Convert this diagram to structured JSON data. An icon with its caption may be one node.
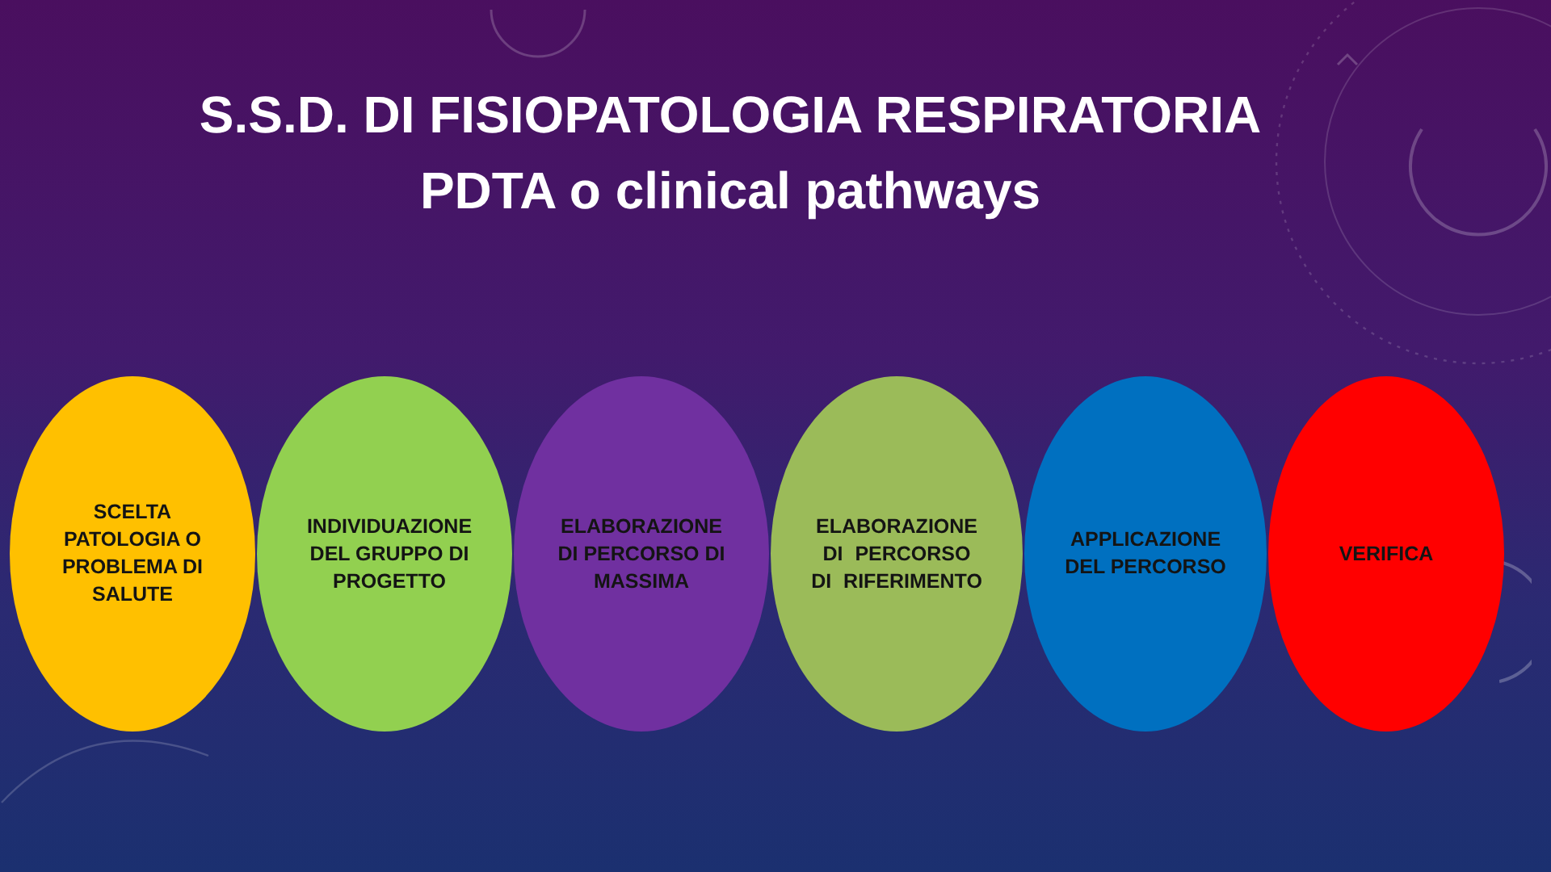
{
  "diagram": {
    "title": "S.S.D. DI FISIOPATOLOGIA RESPIRATORIA PDTA o clinical pathways",
    "nodes": [
      {
        "text": [
          "SCELTA PATOLOGIA O PROBLEMA DI SALUTE"
        ]
      },
      {
        "text": [
          "INDIVIDUAZIONE DEL GRUPPO DI PROGETTO"
        ]
      },
      {
        "text": [
          "ELABORAZIONE DI PERCORSO DI MASSIMA"
        ]
      },
      {
        "text": [
          "ELABORAZIONE DI PERCORSO DI RIFERIMENTO"
        ]
      },
      {
        "text": [
          "APPLICAZIONE DEL PERCORSO"
        ]
      },
      {
        "text": [
          "VERIFICA"
        ]
      }
    ]
  }
}
